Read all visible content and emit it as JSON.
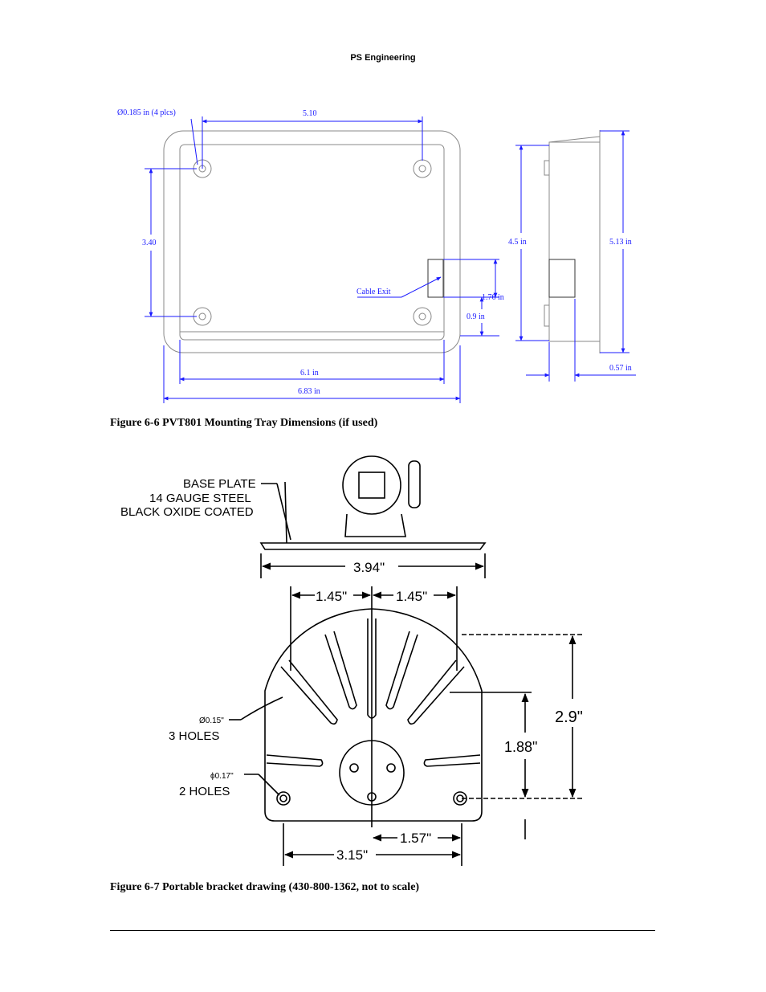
{
  "header": {
    "title": "PS Engineering"
  },
  "figure1": {
    "caption": "Figure 6-6 PVT801 Mounting Tray Dimensions (if used)",
    "labels": {
      "hole_dia": "Ø0.185 in (4 plcs)",
      "width_holes": "5.10",
      "height_holes": "3.40",
      "cable_exit": "Cable Exit",
      "exit_height": "1.76 in",
      "exit_offset": "0.9 in",
      "inner_width": "6.1 in",
      "outer_width": "6.83 in",
      "side_height": "4.5 in",
      "side_total": "5.13 in",
      "side_depth": "0.57 in"
    }
  },
  "figure2": {
    "caption": "Figure 6-7 Portable bracket drawing (430-800-1362, not to scale)",
    "labels": {
      "base_plate_1": "BASE PLATE",
      "base_plate_2": "14 GAUGE STEEL",
      "base_plate_3": "BLACK OXIDE COATED",
      "width": "3.94\"",
      "left_half": "1.45\"",
      "right_half": "1.45\"",
      "hole015": "Ø0.15\"",
      "three_holes": "3 HOLES",
      "hole017": "ϕ0.17\"",
      "two_holes": "2 HOLES",
      "height_total": "2.9\"",
      "height_mid": "1.88\"",
      "bottom_half": "1.57\"",
      "bottom_width": "3.15\""
    }
  }
}
